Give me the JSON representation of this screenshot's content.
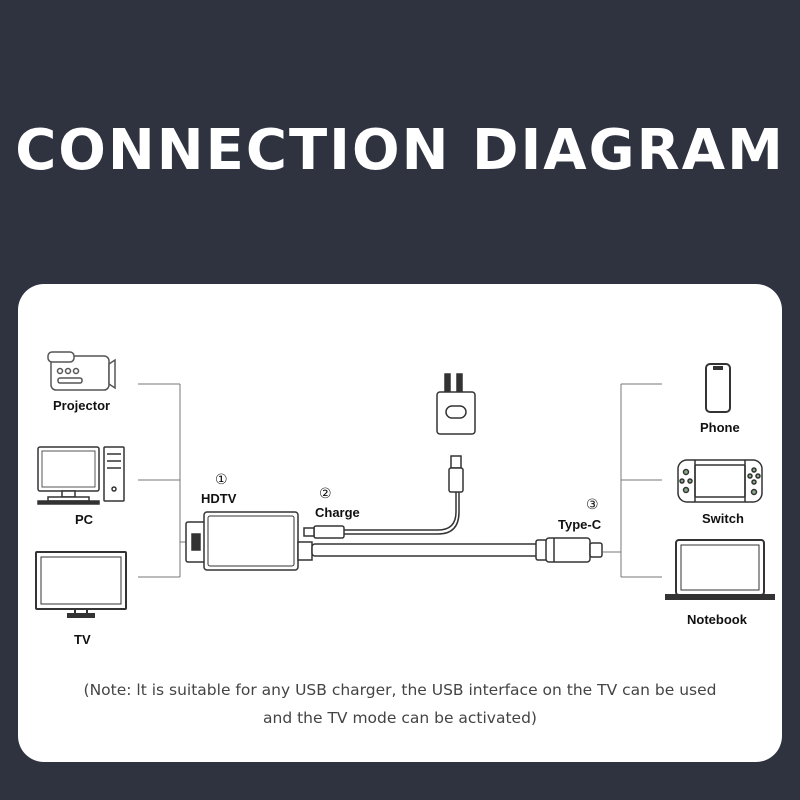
{
  "title": "CONNECTION DIAGRAM",
  "devices_left": {
    "projector": "Projector",
    "pc": "PC",
    "tv": "TV"
  },
  "devices_right": {
    "phone": "Phone",
    "switch": "Switch",
    "notebook": "Notebook"
  },
  "ports": {
    "hdtv": {
      "number": "①",
      "label": "HDTV"
    },
    "charge": {
      "number": "②",
      "label": "Charge"
    },
    "typec": {
      "number": "③",
      "label": "Type-C"
    }
  },
  "note": {
    "line1": "(Note: lt is suitable for any USB charger, the USB interface on the TV can be used",
    "line2": "and the TV mode can be activated)"
  },
  "icons": [
    "projector-icon",
    "pc-icon",
    "tv-icon",
    "charger-icon",
    "phone-icon",
    "switch-icon",
    "notebook-icon",
    "hdmi-connector-icon",
    "usb-connector-icon",
    "type-c-connector-icon"
  ]
}
